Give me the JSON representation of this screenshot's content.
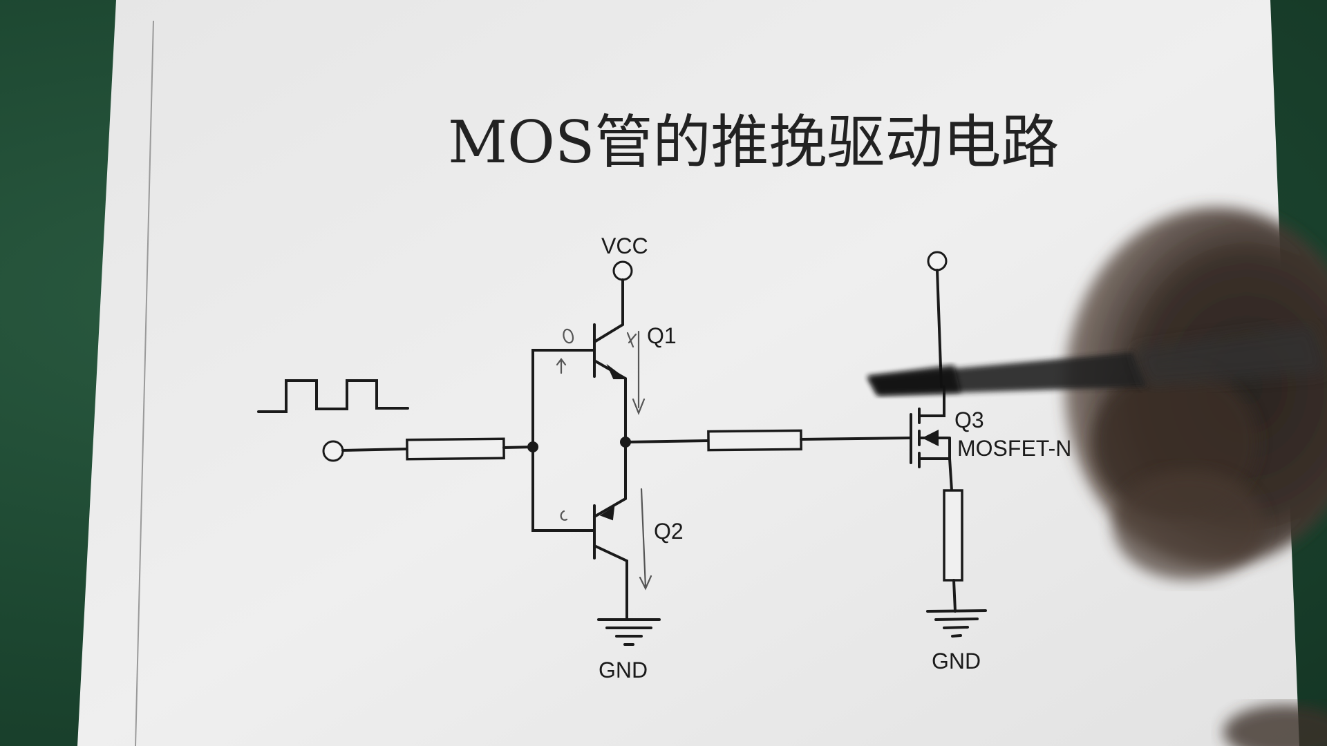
{
  "title": "MOS管的推挽驱动电路",
  "labels": {
    "vcc": "VCC",
    "q1": "Q1",
    "q2": "Q2",
    "q3": "Q3",
    "mosfet": "MOSFET-N",
    "gnd_left": "GND",
    "gnd_right": "GND"
  },
  "icons": {
    "input_signal": "square-wave-icon",
    "ground": "ground-icon",
    "terminal": "open-terminal-icon"
  },
  "colors": {
    "background": "#1f4a33",
    "paper": "#ececec",
    "ink": "#1a1a1a"
  }
}
